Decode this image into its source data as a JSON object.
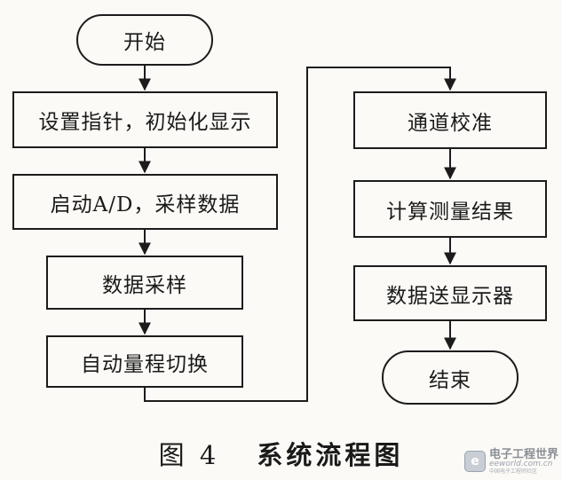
{
  "flowchart": {
    "nodes": {
      "start": "开始",
      "init": "设置指针，初始化显示",
      "start_ad": "启动A/D，采样数据",
      "sample": "数据采样",
      "autorange": "自动量程切换",
      "calibrate": "通道校准",
      "compute": "计算测量结果",
      "display": "数据送显示器",
      "end": "结束"
    },
    "edges": [
      [
        "start",
        "init"
      ],
      [
        "init",
        "start_ad"
      ],
      [
        "start_ad",
        "sample"
      ],
      [
        "sample",
        "autorange"
      ],
      [
        "autorange",
        "calibrate"
      ],
      [
        "calibrate",
        "compute"
      ],
      [
        "compute",
        "display"
      ],
      [
        "display",
        "end"
      ]
    ]
  },
  "caption": {
    "figure_number": "图 4",
    "title": "系统流程图"
  },
  "watermark": {
    "name": "电子工程世界",
    "site": "eeworld.com.cn",
    "tagline": "中国电子工程师社区"
  },
  "colors": {
    "line": "#1c1c1c",
    "background": "#fbfaf6"
  }
}
